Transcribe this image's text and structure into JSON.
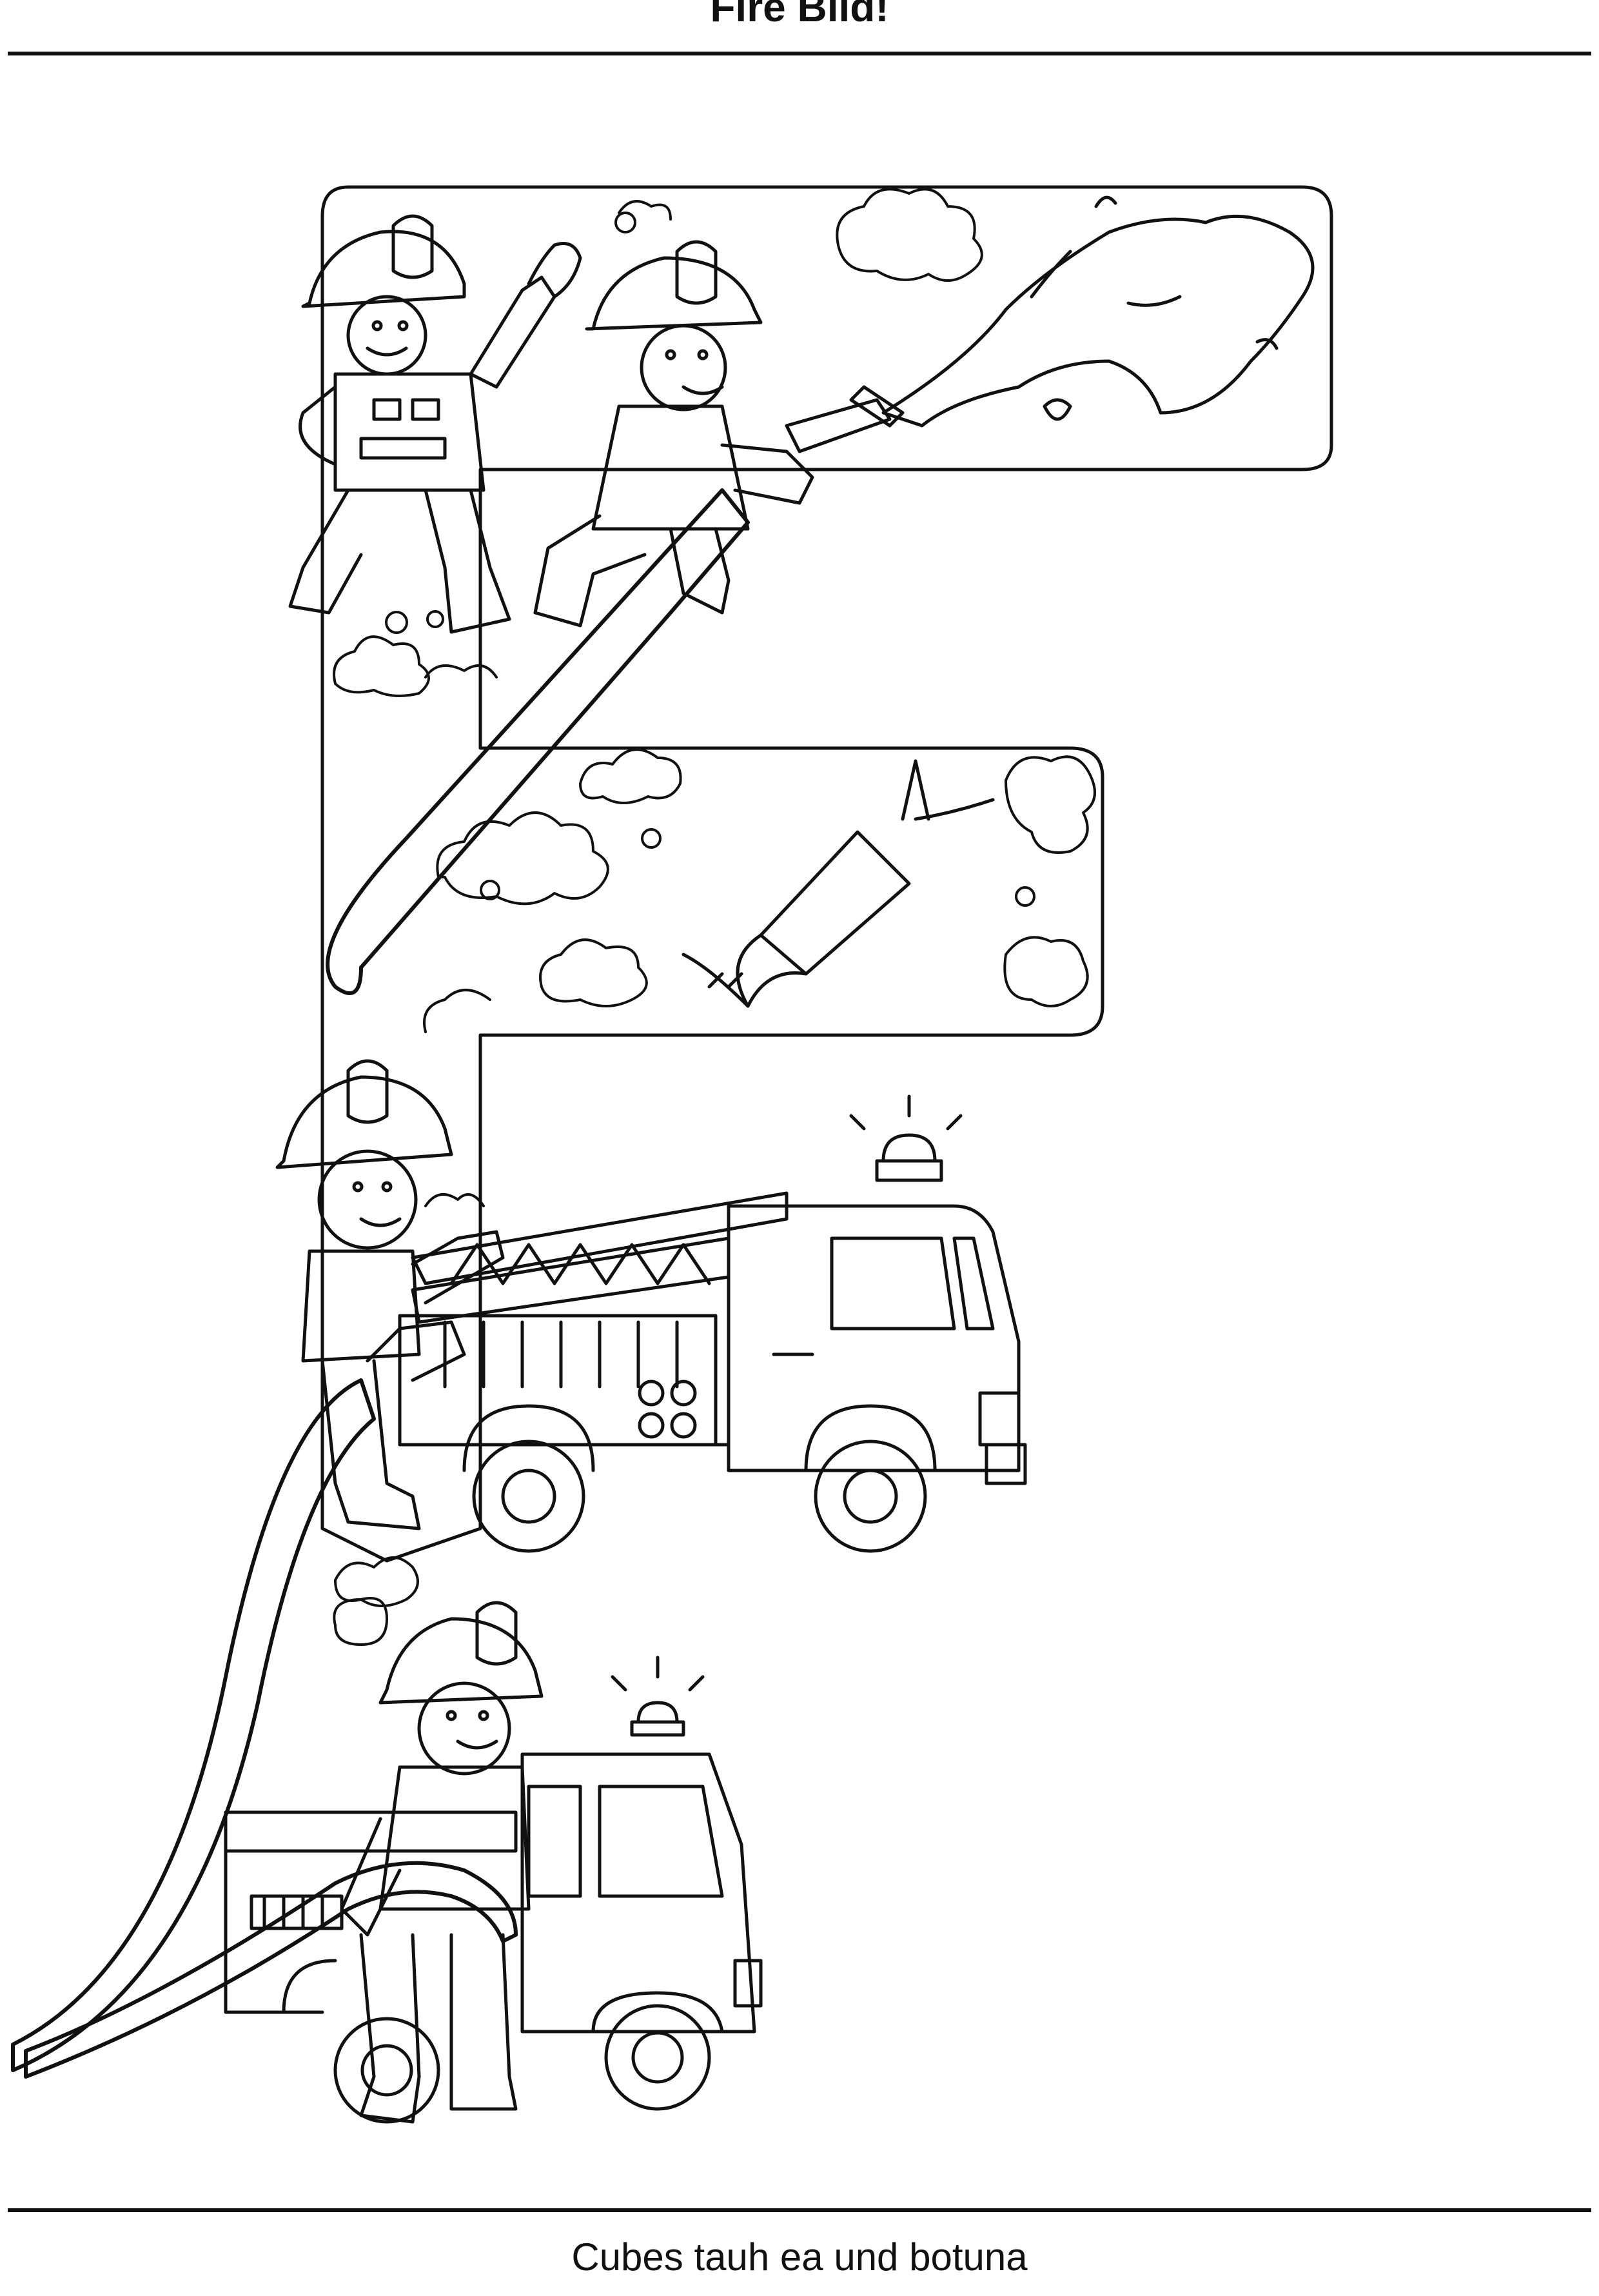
{
  "header": {
    "title": "Fire Bild!"
  },
  "footer": {
    "caption": "Cubes tauh ea und botuna"
  },
  "illustration": {
    "kind": "coloring-page line art",
    "letter": "F",
    "figures": [
      "firefighter-waving",
      "firefighter-with-hose",
      "hose-nozzle",
      "firefighter-on-ladder-truck",
      "ladder-fire-truck",
      "firefighter-holding-hose",
      "small-fire-truck"
    ],
    "line_color": "#111111",
    "background_color": "#ffffff"
  }
}
